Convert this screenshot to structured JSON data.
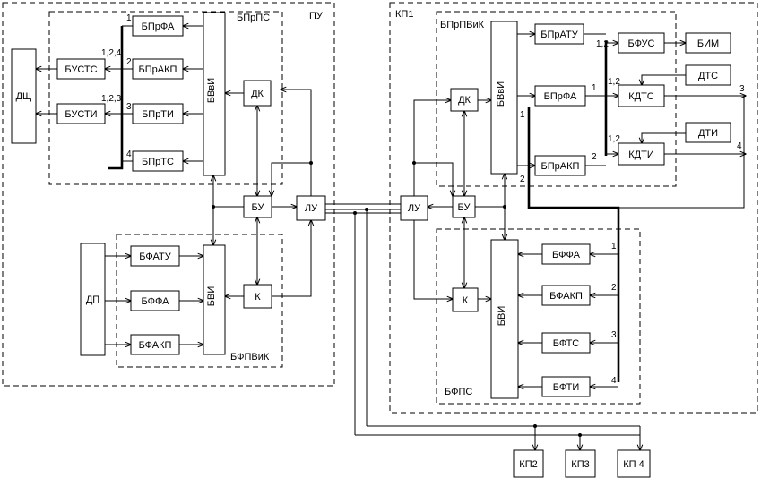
{
  "groups": {
    "pu": "ПУ",
    "bprps": "БПрПС",
    "bfpvik": "БФПВиК",
    "kp1": "КП1",
    "bprpvik": "БПрПВиК",
    "bfps": "БФПС"
  },
  "blocks": {
    "dshch": "ДЩ",
    "bustc": "БУСТС",
    "busti": "БУСТИ",
    "bprfa_l": "БПрФА",
    "bprakp_l": "БПрАКП",
    "bprti_l": "БПрТИ",
    "bprts_l": "БПрТС",
    "bvvi_l": "БВвИ",
    "dk_l": "ДК",
    "bu_l": "БУ",
    "lu_l": "ЛУ",
    "k_l": "К",
    "dp": "ДП",
    "bfatu": "БФАТУ",
    "bffa_l": "БФФА",
    "bfakp_l": "БФАКП",
    "bvi_l": "БВИ",
    "lu_r": "ЛУ",
    "bu_r": "БУ",
    "dk_r": "ДК",
    "k_r": "К",
    "bvvi_r": "БВвИ",
    "bpratu": "БПрАТУ",
    "bprfa_r": "БПрФА",
    "bprakp_r": "БПрАКП",
    "bfus": "БФУС",
    "bim": "БИМ",
    "dts": "ДТС",
    "kdts": "КДТС",
    "dti": "ДТИ",
    "kdti": "КДТИ",
    "bvi_r": "БВИ",
    "bffa_r": "БФФА",
    "bfakp_r": "БФАКП",
    "bfts": "БФТС",
    "bfti": "БФТИ",
    "kp2": "КП2",
    "kp3": "КП3",
    "kp4": "КП 4"
  },
  "numbers": {
    "l1": "1",
    "l2": "2",
    "l3": "3",
    "l4": "4",
    "l124": "1,2,4",
    "l123": "1,2,3",
    "r1a": "1",
    "r2a": "2",
    "r12a": "1,2",
    "r12b": "1,2",
    "r12c": "1,2",
    "r1b": "1",
    "r2b": "2",
    "r3": "3",
    "r4": "4",
    "s1": "1",
    "s2": "2",
    "s3": "3",
    "s4": "4"
  }
}
